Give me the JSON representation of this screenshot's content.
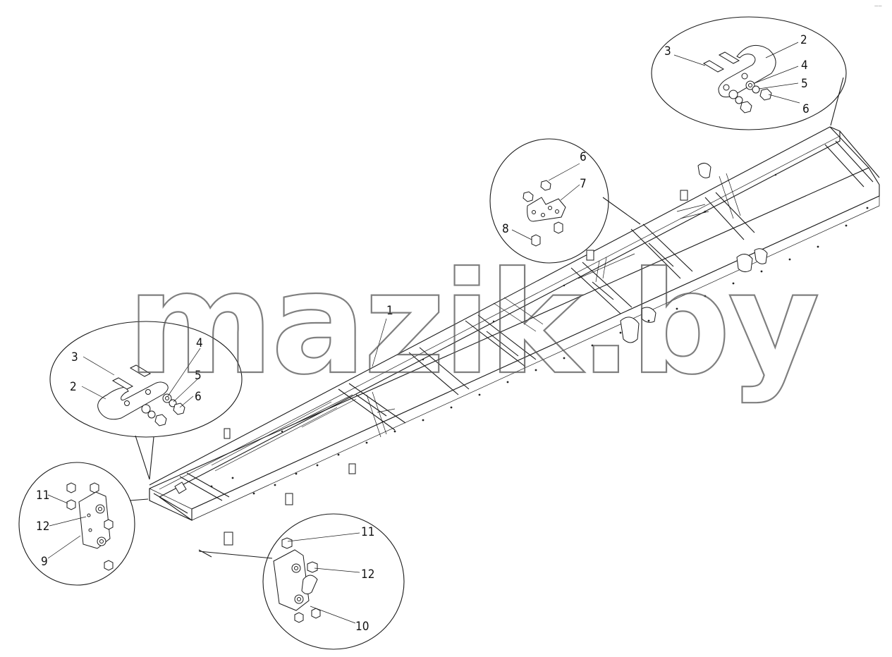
{
  "watermark": "mazik.by",
  "corner_mark": "——",
  "callouts": [
    {
      "n": "1"
    },
    {
      "n": "2"
    },
    {
      "n": "3"
    },
    {
      "n": "4"
    },
    {
      "n": "5"
    },
    {
      "n": "6"
    },
    {
      "n": "7"
    },
    {
      "n": "8"
    },
    {
      "n": "9"
    },
    {
      "n": "10"
    },
    {
      "n": "11"
    },
    {
      "n": "12"
    }
  ],
  "colors": {
    "line": "#1a1a1a",
    "background": "#ffffff",
    "watermark": "#555555"
  }
}
